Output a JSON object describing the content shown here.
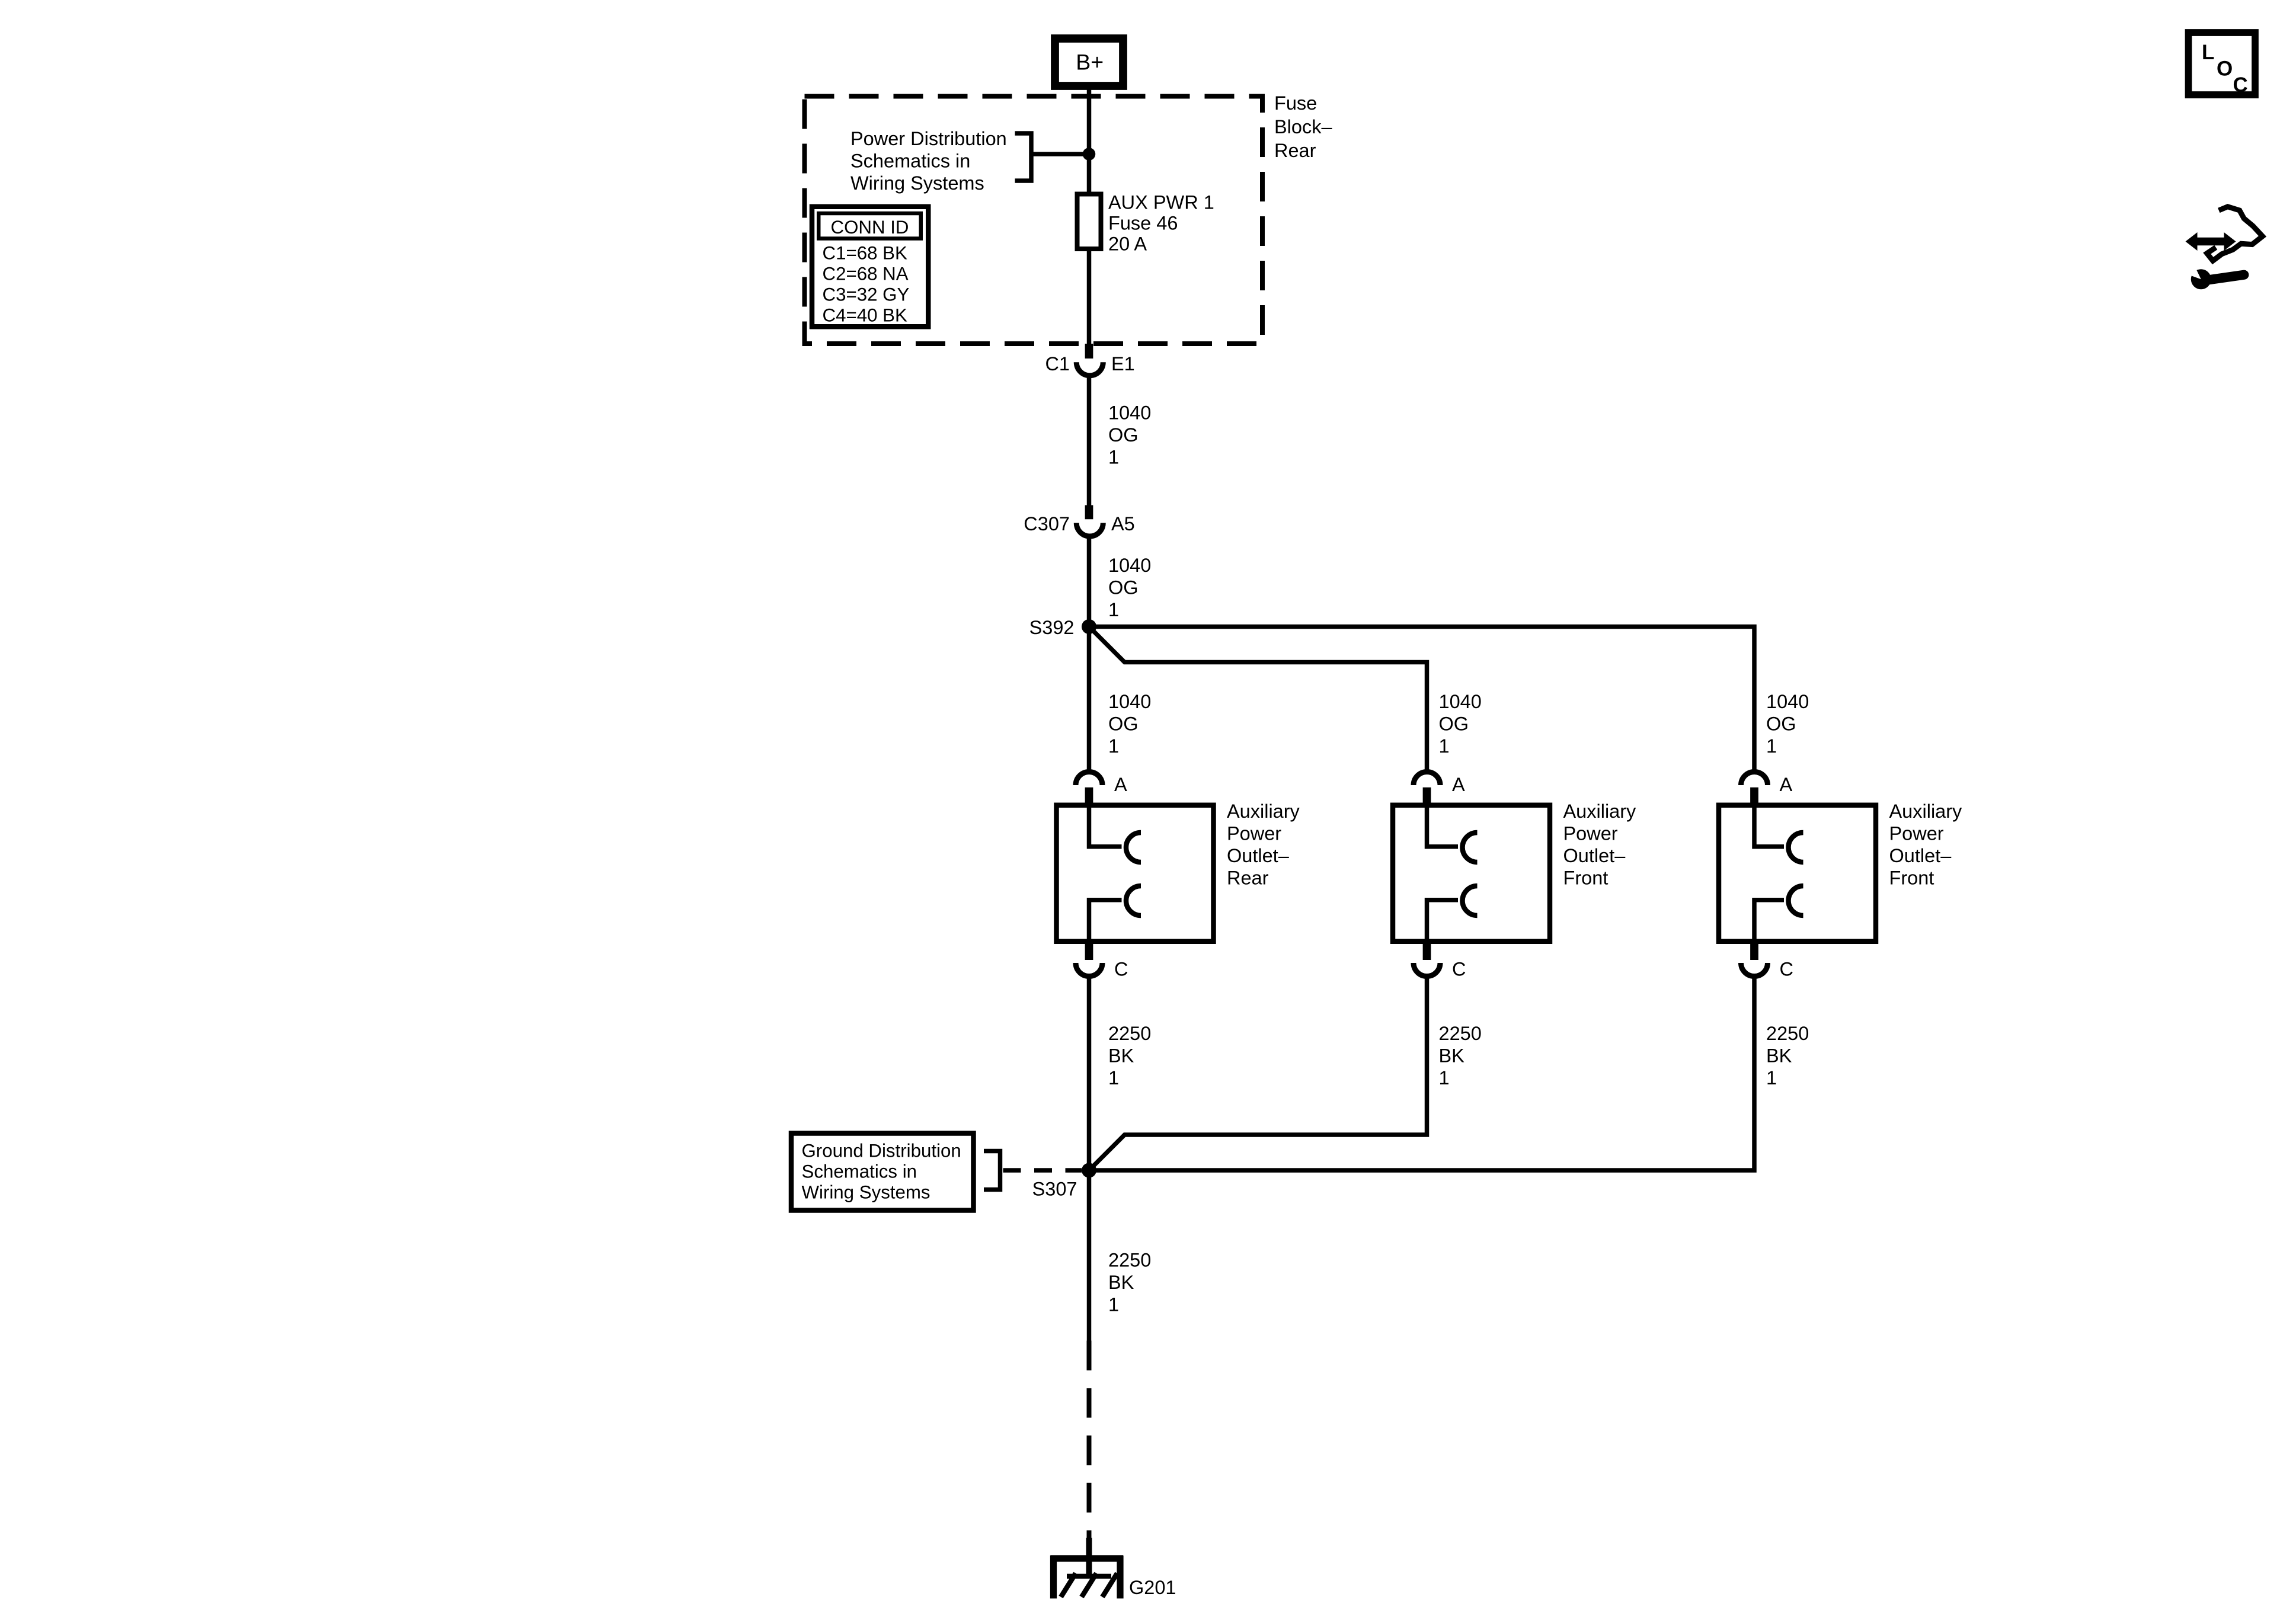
{
  "colors": {
    "ink": "#000000",
    "paper": "#ffffff"
  },
  "battery": {
    "label": "B+"
  },
  "fuse_block": {
    "name_lines": [
      "Fuse",
      "Block–",
      "Rear"
    ],
    "power_note_lines": [
      "Power Distribution",
      "Schematics in",
      "Wiring Systems"
    ],
    "conn_id": {
      "header": "CONN ID",
      "rows": [
        "C1=68 BK",
        "C2=68 NA",
        "C3=32 GY",
        "C4=40 BK"
      ]
    },
    "fuse": {
      "lines": [
        "AUX PWR 1",
        "Fuse 46",
        "20 A"
      ]
    }
  },
  "connectors": [
    {
      "name": "C1",
      "pin": "E1"
    },
    {
      "name": "C307",
      "pin": "A5"
    }
  ],
  "splices": [
    {
      "id": "S392"
    },
    {
      "id": "S307"
    }
  ],
  "wire_labels": {
    "feed_top": [
      "1040",
      "OG",
      "1"
    ],
    "feed_mid": [
      "1040",
      "OG",
      "1"
    ],
    "branches": [
      [
        "1040",
        "OG",
        "1"
      ],
      [
        "1040",
        "OG",
        "1"
      ],
      [
        "1040",
        "OG",
        "1"
      ]
    ],
    "grounds": [
      [
        "2250",
        "BK",
        "1"
      ],
      [
        "2250",
        "BK",
        "1"
      ],
      [
        "2250",
        "BK",
        "1"
      ]
    ],
    "ground_main": [
      "2250",
      "BK",
      "1"
    ]
  },
  "outlets": [
    {
      "pin_top": "A",
      "pin_bottom": "C",
      "name_lines": [
        "Auxiliary",
        "Power",
        "Outlet–",
        "Rear"
      ]
    },
    {
      "pin_top": "A",
      "pin_bottom": "C",
      "name_lines": [
        "Auxiliary",
        "Power",
        "Outlet–",
        "Front"
      ]
    },
    {
      "pin_top": "A",
      "pin_bottom": "C",
      "name_lines": [
        "Auxiliary",
        "Power",
        "Outlet–",
        "Front"
      ]
    }
  ],
  "ground_note_lines": [
    "Ground Distribution",
    "Schematics in",
    "Wiring Systems"
  ],
  "ground": {
    "id": "G201"
  },
  "loc_badge": {
    "letters": [
      "L",
      "O",
      "C"
    ]
  }
}
